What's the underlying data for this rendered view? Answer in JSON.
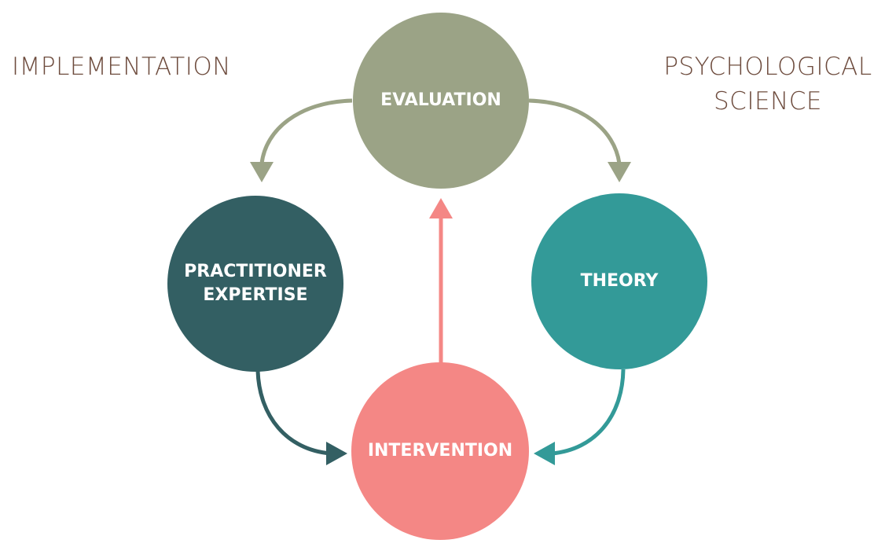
{
  "labels": {
    "implementation": "IMPLEMENTATION",
    "psych_line1": "PSYCHOLOGICAL",
    "psych_line2": "SCIENCE"
  },
  "nodes": {
    "evaluation": {
      "label": "EVALUATION",
      "color": "#9ba386"
    },
    "practitioner": {
      "line1": "PRACTITIONER",
      "line2": "EXPERTISE",
      "color": "#335f63"
    },
    "theory": {
      "label": "THEORY",
      "color": "#339a98"
    },
    "intervention": {
      "label": "INTERVENTION",
      "color": "#f48785"
    }
  }
}
